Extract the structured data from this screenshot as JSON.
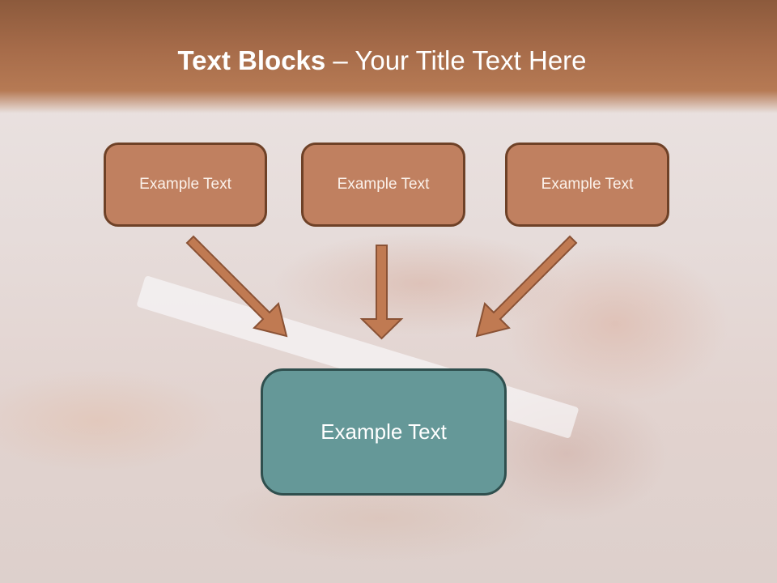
{
  "slide": {
    "title_bold": "Text Blocks",
    "title_separator": " – ",
    "title_rest": "Your Title Text Here"
  },
  "top_boxes": [
    {
      "label": "Example Text"
    },
    {
      "label": "Example Text"
    },
    {
      "label": "Example Text"
    }
  ],
  "bottom_box": {
    "label": "Example Text"
  },
  "arrows": [
    {
      "from": "top_boxes.0",
      "to": "bottom_box",
      "direction": "down-right"
    },
    {
      "from": "top_boxes.1",
      "to": "bottom_box",
      "direction": "down"
    },
    {
      "from": "top_boxes.2",
      "to": "bottom_box",
      "direction": "down-left"
    }
  ],
  "colors": {
    "header": "#a76c4a",
    "box_fill": "#c08060",
    "box_border": "#6e4127",
    "arrow_fill": "#c07a52",
    "center_fill": "#659898",
    "center_border": "#2f4f4e"
  }
}
